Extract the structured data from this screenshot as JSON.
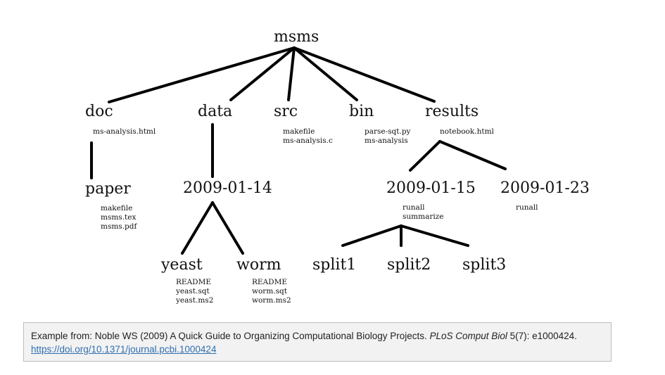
{
  "tree": {
    "root": "msms",
    "level1": [
      {
        "name": "doc",
        "files": [
          "ms-analysis.html"
        ]
      },
      {
        "name": "data",
        "files": []
      },
      {
        "name": "src",
        "files": [
          "makefile",
          "ms-analysis.c"
        ]
      },
      {
        "name": "bin",
        "files": [
          "parse-sqt.py",
          "ms-analysis"
        ]
      },
      {
        "name": "results",
        "files": [
          "notebook.html"
        ]
      }
    ],
    "paper": {
      "name": "paper",
      "files": [
        "makefile",
        "msms.tex",
        "msms.pdf"
      ]
    },
    "data_date": {
      "name": "2009-01-14"
    },
    "yeast": {
      "name": "yeast",
      "files": [
        "README",
        "yeast.sqt",
        "yeast.ms2"
      ]
    },
    "worm": {
      "name": "worm",
      "files": [
        "README",
        "worm.sqt",
        "worm.ms2"
      ]
    },
    "results_15": {
      "name": "2009-01-15",
      "files": [
        "runall",
        "summarize"
      ]
    },
    "results_23": {
      "name": "2009-01-23",
      "files": [
        "runall"
      ]
    },
    "splits": [
      "split1",
      "split2",
      "split3"
    ]
  },
  "citation": {
    "prefix": "Example from: Noble WS (2009) A Quick Guide to Organizing Computational Biology Projects. ",
    "journal": "PLoS Comput Biol",
    "suffix": " 5(7): e1000424.",
    "link": "https://doi.org/10.1371/journal.pcbi.1000424"
  }
}
